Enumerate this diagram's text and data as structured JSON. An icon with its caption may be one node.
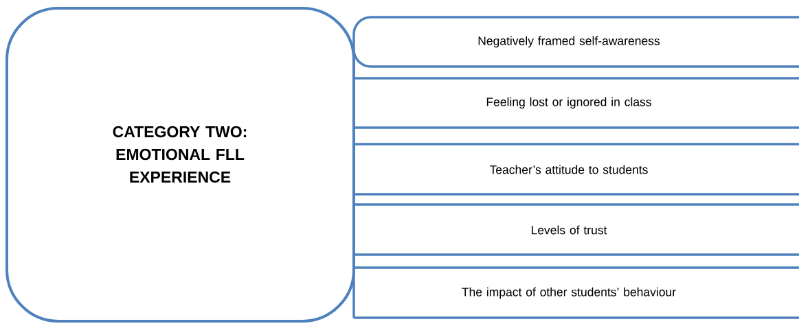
{
  "diagram": {
    "nodes": [
      {
        "text": [
          "CATEGORY TWO: EMOTIONAL FLL EXPERIENCE"
        ]
      },
      {
        "text": [
          "Negatively framed self-awareness"
        ]
      },
      {
        "text": [
          "Feeling lost or ignored in class"
        ]
      },
      {
        "text": [
          "Teacher’s attitude to students"
        ]
      },
      {
        "text": [
          "Levels of trust"
        ]
      },
      {
        "text": [
          "The impact of other students’ behaviour"
        ]
      }
    ]
  }
}
